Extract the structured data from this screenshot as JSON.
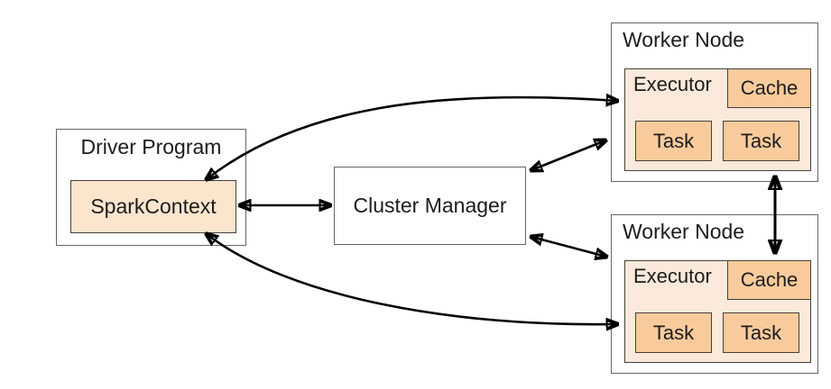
{
  "nodes": {
    "driver_program": {
      "label": "Driver Program"
    },
    "spark_context": {
      "label": "SparkContext"
    },
    "cluster_manager": {
      "label": "Cluster Manager"
    },
    "workers": [
      {
        "label": "Worker Node",
        "executor_label": "Executor",
        "cache_label": "Cache",
        "tasks": [
          "Task",
          "Task"
        ]
      },
      {
        "label": "Worker Node",
        "executor_label": "Executor",
        "cache_label": "Cache",
        "tasks": [
          "Task",
          "Task"
        ]
      }
    ]
  },
  "connections": [
    {
      "from": "SparkContext",
      "to": "Cluster Manager",
      "bidirectional": true,
      "style": "straight"
    },
    {
      "from": "Cluster Manager",
      "to": "Worker Node 1",
      "bidirectional": true,
      "style": "straight-diagonal"
    },
    {
      "from": "Cluster Manager",
      "to": "Worker Node 2",
      "bidirectional": true,
      "style": "straight-diagonal"
    },
    {
      "from": "SparkContext",
      "to": "Worker Node 1 Executor",
      "bidirectional": true,
      "style": "curved"
    },
    {
      "from": "SparkContext",
      "to": "Worker Node 2 Executor",
      "bidirectional": true,
      "style": "curved"
    },
    {
      "from": "Worker Node 1 Executor",
      "to": "Worker Node 2 Cache",
      "bidirectional": true,
      "style": "straight-vertical"
    }
  ],
  "colors": {
    "background": "#ffffff",
    "context_fill": "#fce5cd",
    "executor_fill": "#fbeadb",
    "task_fill": "#f9cb9c",
    "outer_border": "#666666",
    "inner_border": "#473f38",
    "arrow": "#000000",
    "text": "#1c1c1c"
  }
}
